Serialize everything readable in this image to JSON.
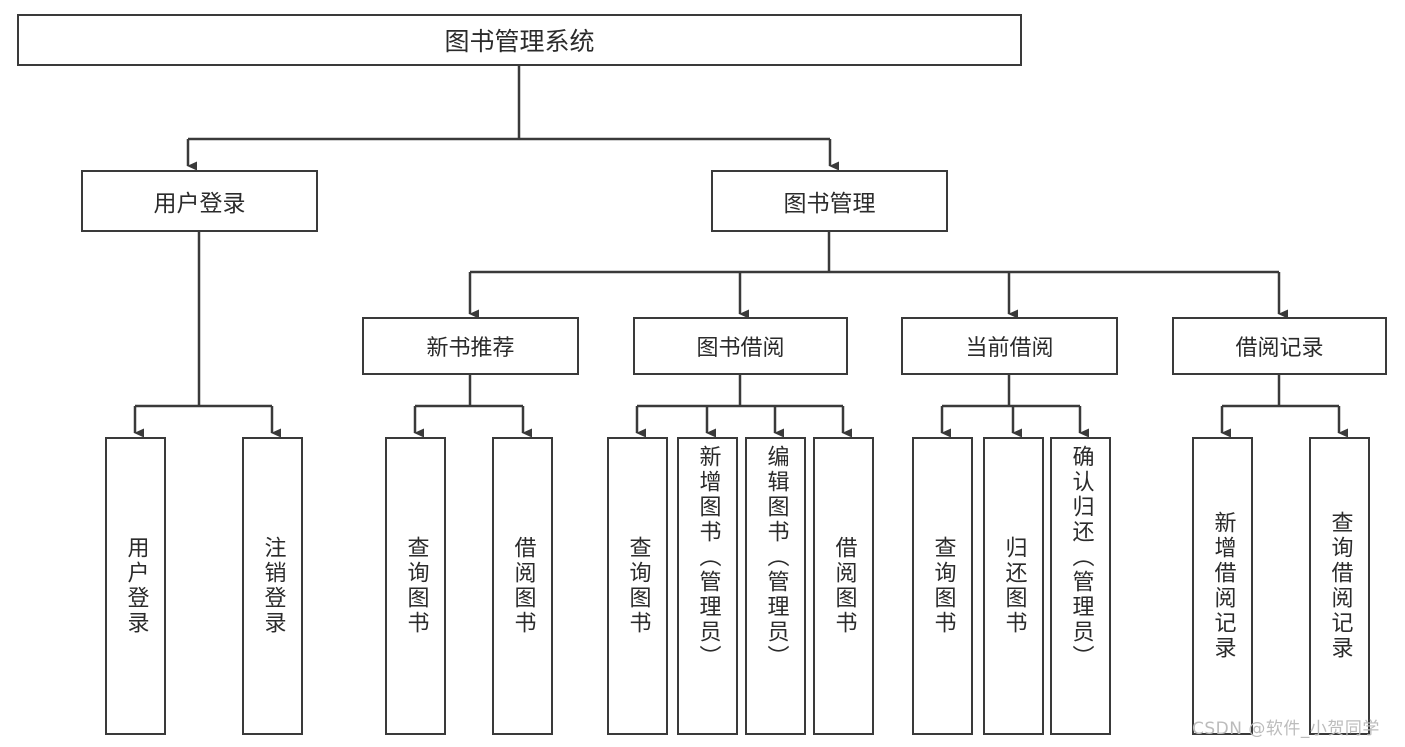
{
  "diagram": {
    "type": "tree-hierarchy",
    "title": "图书管理系统",
    "orientation": "top-down",
    "colors": {
      "box_border": "#3a3a3a",
      "box_fill": "#ffffff",
      "edge": "#3a3a3a",
      "text": "#2b2b2b",
      "watermark": "#bcbcbc",
      "background": "#ffffff"
    },
    "root": {
      "id": "root",
      "label": "图书管理系统"
    },
    "level1": [
      {
        "id": "user-login",
        "label": "用户登录"
      },
      {
        "id": "book-manage",
        "label": "图书管理"
      }
    ],
    "level2": [
      {
        "id": "new-book-rec",
        "label": "新书推荐",
        "parent": "book-manage"
      },
      {
        "id": "book-borrow",
        "label": "图书借阅",
        "parent": "book-manage"
      },
      {
        "id": "current-borrow",
        "label": "当前借阅",
        "parent": "book-manage"
      },
      {
        "id": "borrow-record",
        "label": "借阅记录",
        "parent": "book-manage"
      }
    ],
    "leaves": [
      {
        "id": "leaf-user-login",
        "label": "用户登录",
        "parent": "user-login"
      },
      {
        "id": "leaf-user-logout",
        "label": "注销登录",
        "parent": "user-login"
      },
      {
        "id": "leaf-query-book-rec",
        "label": "查询图书",
        "parent": "new-book-rec"
      },
      {
        "id": "leaf-borrow-book-rec",
        "label": "借阅图书",
        "parent": "new-book-rec"
      },
      {
        "id": "leaf-query-book-borrow",
        "label": "查询图书",
        "parent": "book-borrow"
      },
      {
        "id": "leaf-add-book",
        "label": "新增图书（管理员）",
        "parent": "book-borrow"
      },
      {
        "id": "leaf-edit-book",
        "label": "编辑图书（管理员）",
        "parent": "book-borrow"
      },
      {
        "id": "leaf-borrow-book",
        "label": "借阅图书",
        "parent": "book-borrow"
      },
      {
        "id": "leaf-query-book-current",
        "label": "查询图书",
        "parent": "current-borrow"
      },
      {
        "id": "leaf-return-book",
        "label": "归还图书",
        "parent": "current-borrow"
      },
      {
        "id": "leaf-confirm-return",
        "label": "确认归还（管理员）",
        "parent": "current-borrow"
      },
      {
        "id": "leaf-add-record",
        "label": "新增借阅记录",
        "parent": "borrow-record"
      },
      {
        "id": "leaf-query-record",
        "label": "查询借阅记录",
        "parent": "borrow-record"
      }
    ],
    "watermark": "CSDN @软件_小贺同学"
  }
}
